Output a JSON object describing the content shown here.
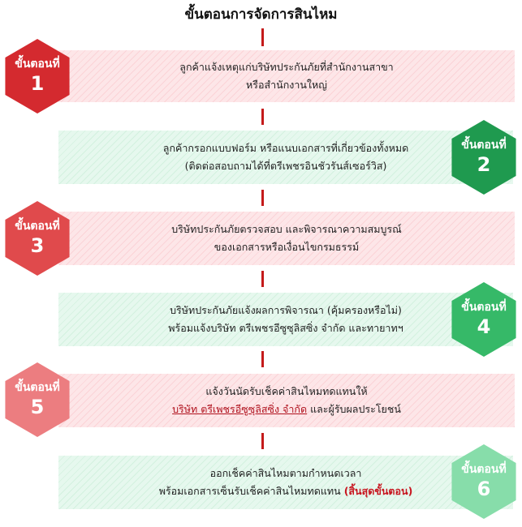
{
  "title": "ขั้นตอนการจัดการสินไหม",
  "steps": [
    {
      "label": "ขั้นตอนที่",
      "number": "1",
      "line1": "ลูกค้าแจ้งเหตุแก่บริษัทประกันภัยที่สำนักงานสาขา",
      "line2": "หรือสำนักงานใหญ่"
    },
    {
      "label": "ขั้นตอนที่",
      "number": "2",
      "line1": "ลูกค้ากรอกแบบฟอร์ม หรือแนบเอกสารที่เกี่ยวข้องทั้งหมด",
      "line2": "(ติดต่อสอบถามได้ที่ตรีเพชรอินชัวรันส์เซอร์วิส)"
    },
    {
      "label": "ขั้นตอนที่",
      "number": "3",
      "line1": "บริษัทประกันภัยตรวจสอบ และพิจารณาความสมบูรณ์",
      "line2": "ของเอกสารหรือเงื่อนไขกรมธรรม์"
    },
    {
      "label": "ขั้นตอนที่",
      "number": "4",
      "line1": "บริษัทประกันภัยแจ้งผลการพิจารณา (คุ้มครองหรือไม่)",
      "line2": "พร้อมแจ้งบริษัท ตรีเพชรอีซูซุลิสซิ่ง จำกัด และทายาทฯ"
    },
    {
      "label": "ขั้นตอนที่",
      "number": "5",
      "line1": "แจ้งวันนัดรับเช็คค่าสินไหมทดแทนให้",
      "line2_link": "บริษัท ตรีเพชรอีซูซุลิสซิ่ง จำกัด",
      "line2_rest": " และผู้รับผลประโยชน์"
    },
    {
      "label": "ขั้นตอนที่",
      "number": "6",
      "line1": "ออกเช็คค่าสินไหมตามกำหนดเวลา",
      "line2": "พร้อมเอกสารเซ็นรับเช็คค่าสินไหมทดแทน ",
      "line2_emph": "(สิ้นสุดขั้นตอน)"
    }
  ],
  "colors": {
    "hex1": "#d42a2f",
    "hex2": "#1f9a4f",
    "hex3": "#e04a4c",
    "hex4": "#36b968",
    "hex5": "#ec7d80",
    "hex6": "#87ddaa",
    "connector": "#c41a1a"
  }
}
